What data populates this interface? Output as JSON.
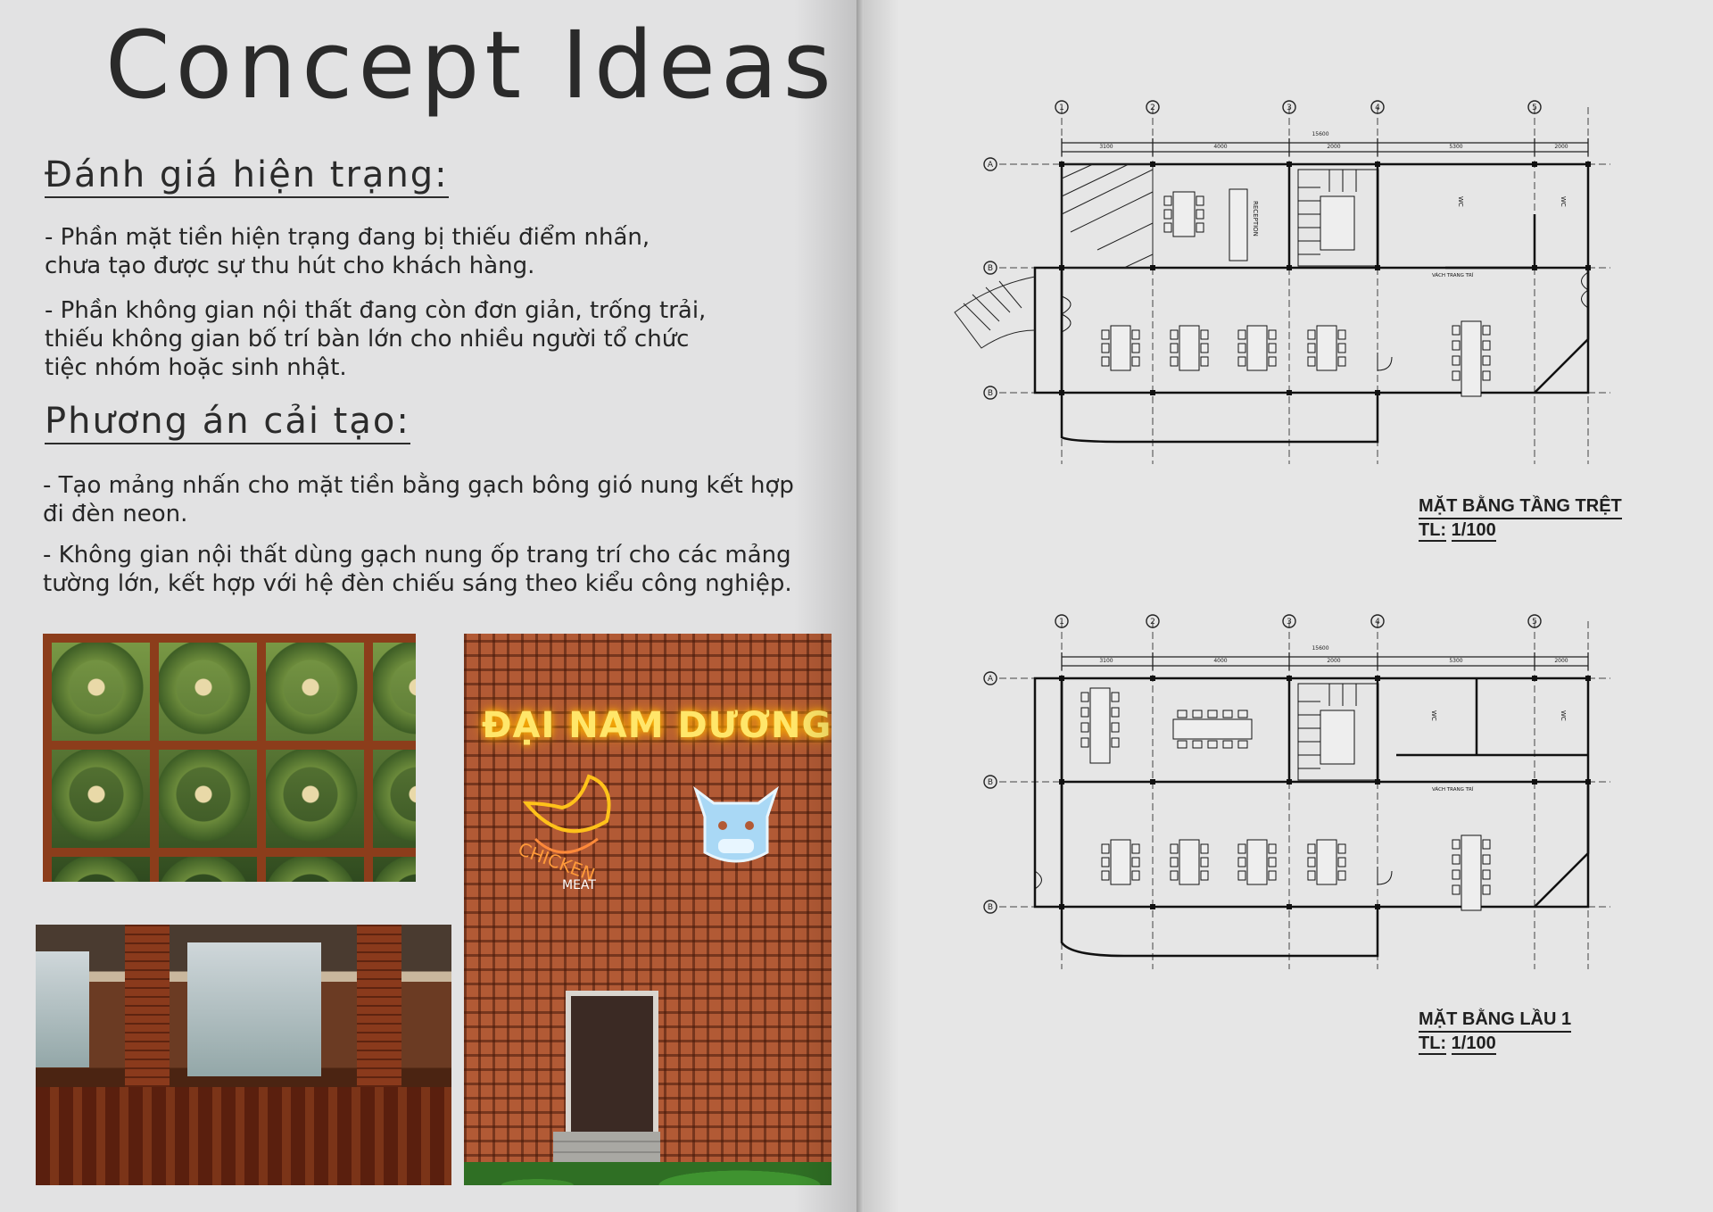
{
  "left_page": {
    "title": "Concept Ideas",
    "section1": {
      "heading": "Đánh giá hiện trạng:",
      "para1": "- Phần mặt tiền hiện trạng đang bị thiếu điểm nhấn,\nchưa tạo được sự thu hút cho khách hàng.",
      "para2": "- Phần không gian nội thất đang còn đơn giản, trống trải,\n thiếu không gian bố trí bàn lớn cho nhiều người tổ chức\ntiệc nhóm hoặc sinh nhật."
    },
    "section2": {
      "heading": "Phương án cải tạo:",
      "para1": "- Tạo mảng nhấn cho mặt tiền bằng gạch bông gió nung kết hợp\nđi đèn neon.",
      "para2": "- Không gian nội thất dùng gạch nung ốp trang trí cho các mảng\ntường lớn, kết hợp với hệ đèn chiếu sáng theo kiểu công nghiệp."
    },
    "facade_photo": {
      "neon_sign": "ĐẠI NAM DƯƠNG",
      "neon_chicken_line1": "CHICKEN",
      "neon_chicken_line2": "MEAT"
    }
  },
  "right_page": {
    "plan_ground": {
      "title": "MẶT BẰNG TẦNG TRỆT",
      "scale_label": "TL:",
      "scale": "1/100",
      "reception_label": "RECEPTION",
      "wc1": "WC",
      "wc2": "WC",
      "partition_label": "VÁCH TRANG TRÍ"
    },
    "plan_floor1": {
      "title": "MẶT BẰNG LẦU 1",
      "scale_label": "TL:",
      "scale": "1/100",
      "wc1": "WC",
      "wc2": "WC",
      "partition_label": "VÁCH TRANG TRÍ"
    },
    "axis_numbers": [
      "1",
      "2",
      "3",
      "4",
      "5"
    ],
    "axis_letters": [
      "A",
      "B",
      "B"
    ],
    "dims": [
      "3100",
      "4000",
      "2000",
      "5300",
      "2000"
    ],
    "total_dim": "15600"
  },
  "colors": {
    "page": "#e2e2e3",
    "text": "#2a2a2a",
    "brick": "#b25a35",
    "neon_yellow": "#ffe66a",
    "neon_blue": "#bfe8ff"
  }
}
